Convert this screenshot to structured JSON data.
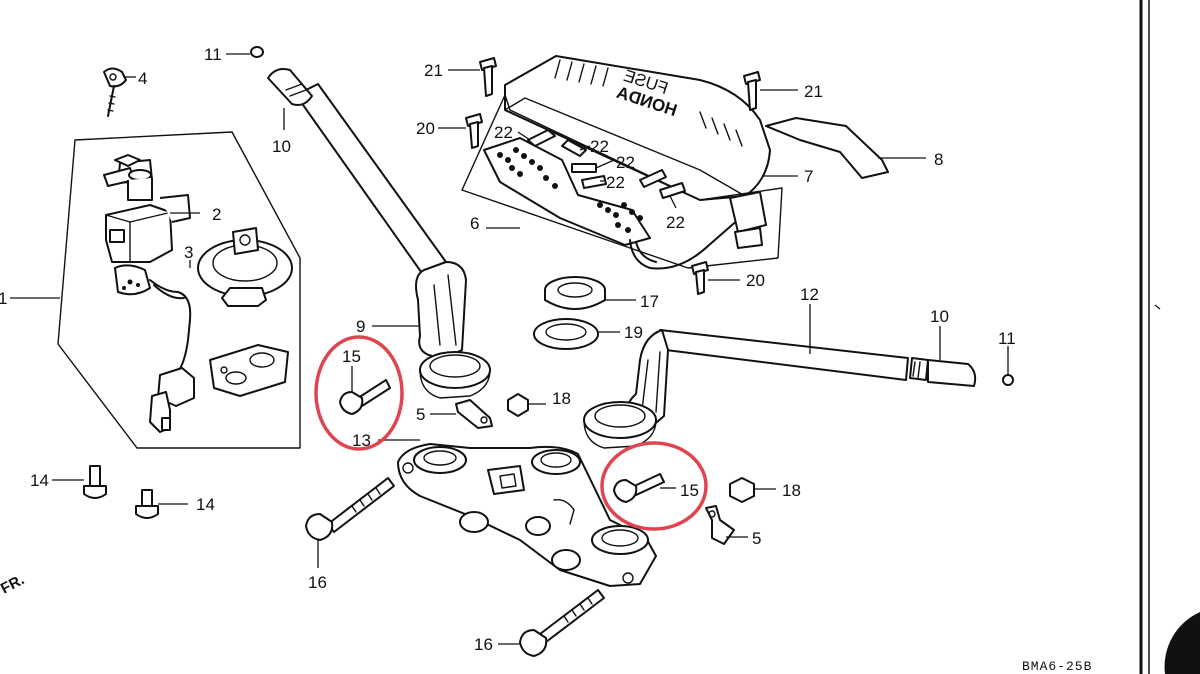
{
  "diagram": {
    "labels": {
      "l1": "1",
      "l2": "2",
      "l3": "3",
      "l4": "4",
      "l5a": "5",
      "l5b": "5",
      "l6": "6",
      "l7": "7",
      "l8": "8",
      "l9": "9",
      "l10a": "10",
      "l10b": "10",
      "l11a": "11",
      "l11b": "11",
      "l12": "12",
      "l13": "13",
      "l14a": "14",
      "l14b": "14",
      "l15a": "15",
      "l15b": "15",
      "l16a": "16",
      "l16b": "16",
      "l17": "17",
      "l18a": "18",
      "l18b": "18",
      "l19": "19",
      "l20a": "20",
      "l20b": "20",
      "l21a": "21",
      "l21b": "21",
      "l22a": "22",
      "l22b": "22",
      "l22c": "22",
      "l22d": "22",
      "l22e": "22"
    },
    "cover_text": "HONDA",
    "cover_sub": "FUSE",
    "front_text": "FR.",
    "diagram_code": "BMA6-25B",
    "highlight_color": "#e0454f"
  }
}
